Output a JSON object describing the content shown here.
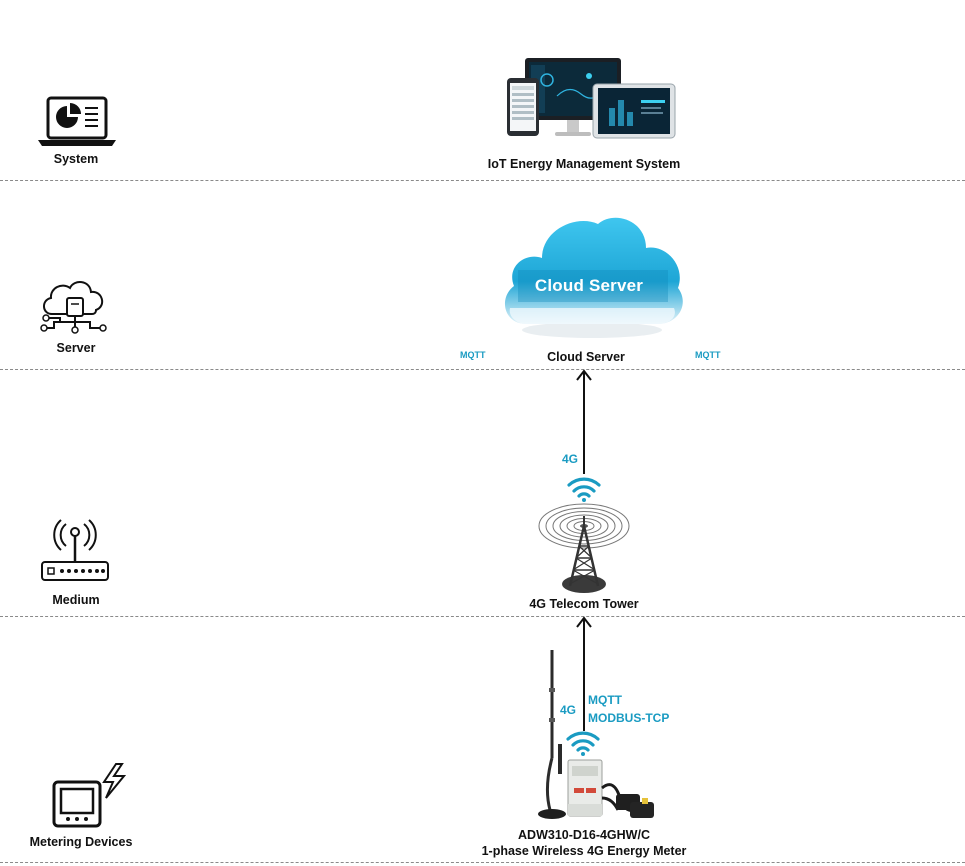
{
  "layers": [
    {
      "label": "System"
    },
    {
      "label": "Server"
    },
    {
      "label": "Medium"
    },
    {
      "label": "Metering Devices"
    }
  ],
  "nodes": {
    "system": {
      "label": "IoT Energy Management System"
    },
    "cloud": {
      "label": "Cloud Server",
      "inner_text": "Cloud Server"
    },
    "tower": {
      "label": "4G Telecom Tower"
    },
    "meter": {
      "label_line1": "ADW310-D16-4GHW/C",
      "label_line2": "1-phase Wireless 4G Energy Meter"
    }
  },
  "protocols": {
    "left_mqtt": "MQTT",
    "right_mqtt": "MQTT",
    "upper_4g": "4G",
    "lower_4g": "4G",
    "lower_mqtt": "MQTT",
    "lower_modbus": "MODBUS-TCP"
  },
  "colors": {
    "protocol_text": "#1a9bc2",
    "cloud": "#2fb3df"
  },
  "icons": [
    "laptop-chart-icon",
    "cloud-network-icon",
    "router-icon",
    "meter-lightning-icon",
    "wifi-icon",
    "telecom-tower-icon",
    "antenna-icon"
  ]
}
